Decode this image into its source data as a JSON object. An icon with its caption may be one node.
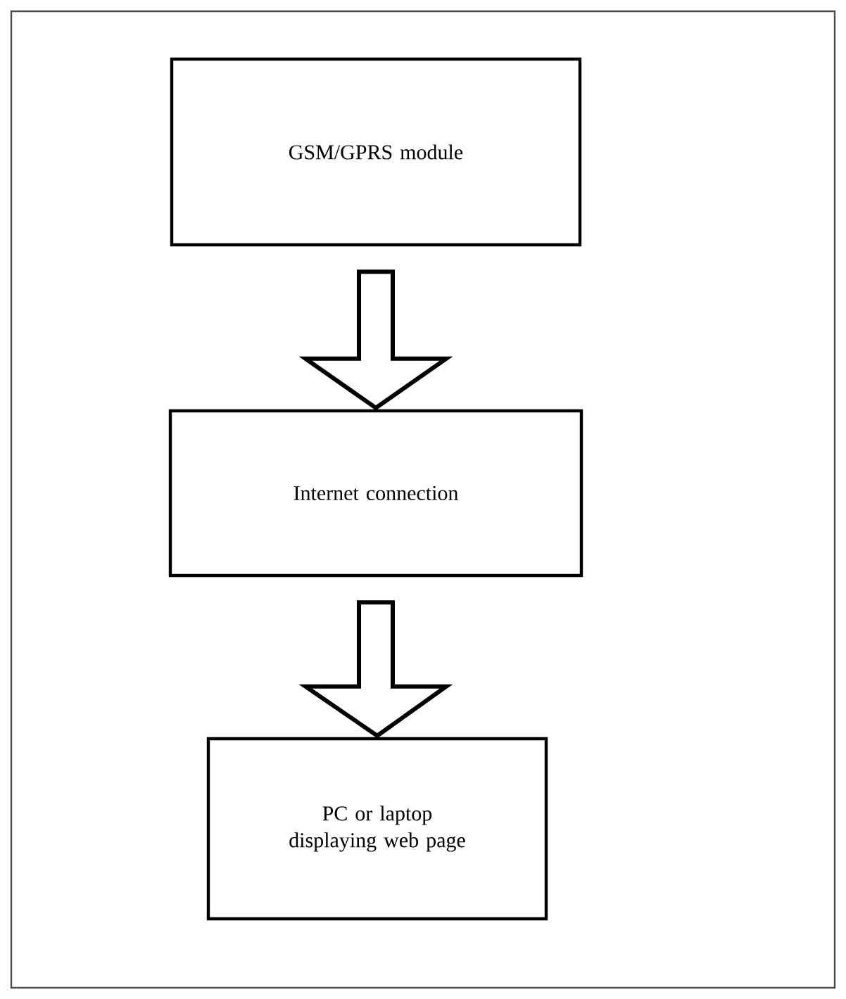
{
  "diagram": {
    "nodes": [
      {
        "text": [
          "GSM/GPRS module"
        ]
      },
      {
        "text": [
          "Internet connection"
        ]
      },
      {
        "text": [
          "PC or laptop displaying web page"
        ]
      }
    ],
    "edges": [
      {
        "from": 0,
        "to": 1,
        "arrow": "to"
      },
      {
        "from": 1,
        "to": 2,
        "arrow": "to"
      }
    ]
  }
}
